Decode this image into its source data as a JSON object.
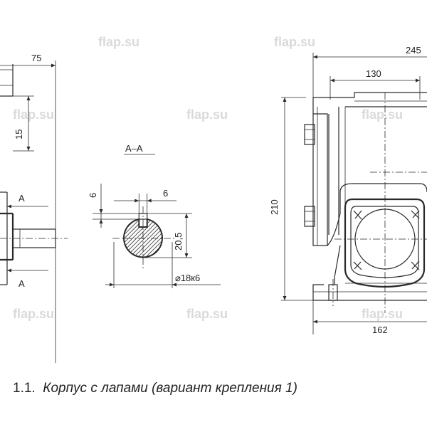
{
  "caption": {
    "number": "1.1.",
    "text": "Корпус с лапами (вариант крепления 1)"
  },
  "watermark": "flap.su",
  "section_label": "A–A",
  "section_mark": "A",
  "dimensions": {
    "d75": "75",
    "d15": "15",
    "d6_vertical": "6",
    "d6_horizontal": "6",
    "d20_5": "20,5",
    "d18": "⌀18к6",
    "d245": "245",
    "d130": "130",
    "d210": "210",
    "d162": "162"
  }
}
